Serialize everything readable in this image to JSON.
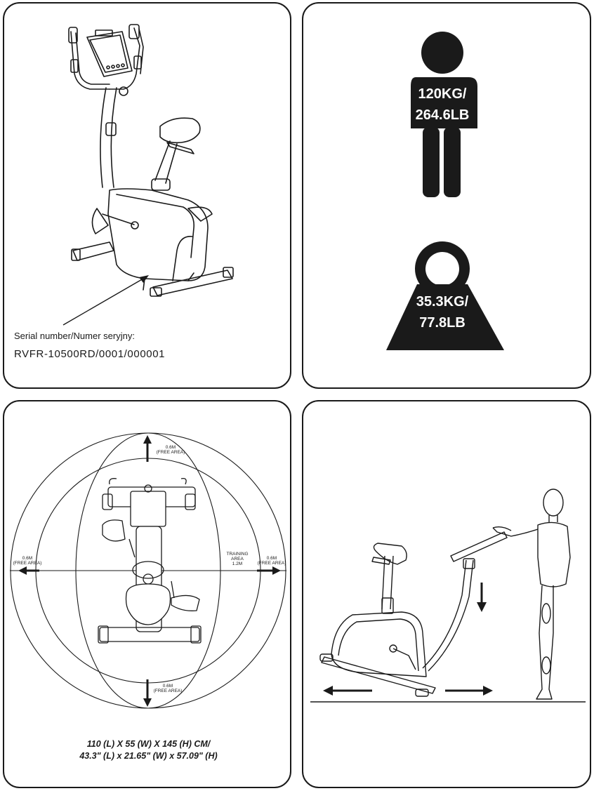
{
  "serial": {
    "label": "Serial number/Numer seryjny:",
    "value": "RVFR-10500RD/0001/000001"
  },
  "max_user_weight": {
    "line1": "120KG/",
    "line2": "264.6LB"
  },
  "product_weight": {
    "line1": "35.3KG/",
    "line2": "77.8LB"
  },
  "training_area": {
    "top": {
      "distance": "0.6M",
      "note": "(FREE AREA)"
    },
    "left": {
      "distance": "0.6M",
      "note": "(FREE AREA)"
    },
    "right": {
      "distance": "0.6M",
      "note": "(FREE AREA)"
    },
    "bottom": {
      "distance": "0.6M",
      "note": "(FREE AREA)"
    },
    "center": {
      "line1": "TRAINING",
      "line2": "AREA",
      "line3": "1.2M"
    }
  },
  "dimensions": {
    "line1": "110 (L) X 55 (W) X 145 (H) CM/",
    "line2": "43.3\" (L) x 21.65\" (W) x 57.09\" (H)"
  },
  "colors": {
    "ink": "#1a1a1a",
    "paper": "#ffffff"
  }
}
